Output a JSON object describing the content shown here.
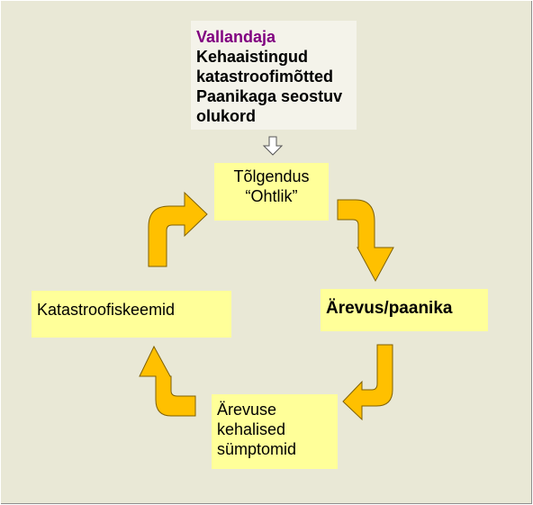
{
  "trigger": {
    "title": "Vallandaja",
    "items": [
      "Kehaaistingud",
      "katastroofimõtted",
      "Paanikaga seostuv",
      "olukord"
    ]
  },
  "nodes": {
    "interpretation": {
      "line1": "Tõlgendus",
      "line2": "“Ohtlik”"
    },
    "anxiety": {
      "label": "Ärevus/paanika"
    },
    "symptoms": {
      "lines": [
        "Ärevuse",
        "kehalised",
        "sümptomid"
      ]
    },
    "catastrophic": {
      "label": "Katastroofiskeemid"
    }
  },
  "colors": {
    "background": "#e9e8d6",
    "trigger_box": "#f4f3ea",
    "node_fill": "#ffff99",
    "arrow_fill": "#ffc000",
    "arrow_stroke": "#7f6000",
    "trigger_title": "#800080"
  },
  "icons": {
    "down_arrow": "outline-down-arrow-icon",
    "cycle_arrows": "curved-arrow-icon"
  }
}
